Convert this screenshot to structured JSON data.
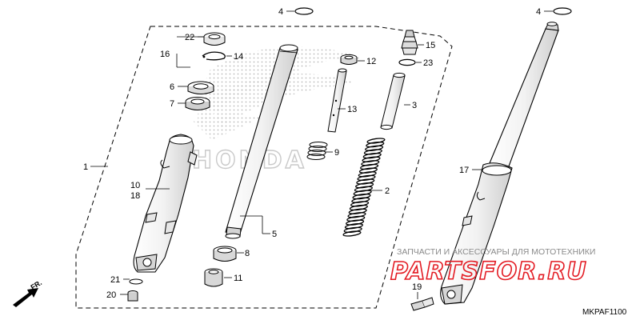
{
  "diagram_code": "MKPAF1100",
  "direction_label": "FR.",
  "watermark": {
    "line": "ЗАПЧАСТИ И АКСЕССУАРЫ ДЛЯ МОТОТЕХНИКИ",
    "brand": "PARTSFOR.RU",
    "logo_text": "HONDA",
    "brand_color": "#e31b23"
  },
  "callouts": {
    "p1": "1",
    "p2": "2",
    "p3": "3",
    "p4a": "4",
    "p4b": "4",
    "p5": "5",
    "p6": "6",
    "p7": "7",
    "p8": "8",
    "p9": "9",
    "p10": "10",
    "p11": "11",
    "p12": "12",
    "p13": "13",
    "p14": "14",
    "p15": "15",
    "p16": "16",
    "p17": "17",
    "p18": "18",
    "p19": "19",
    "p20": "20",
    "p21": "21",
    "p22": "22",
    "p23": "23"
  }
}
